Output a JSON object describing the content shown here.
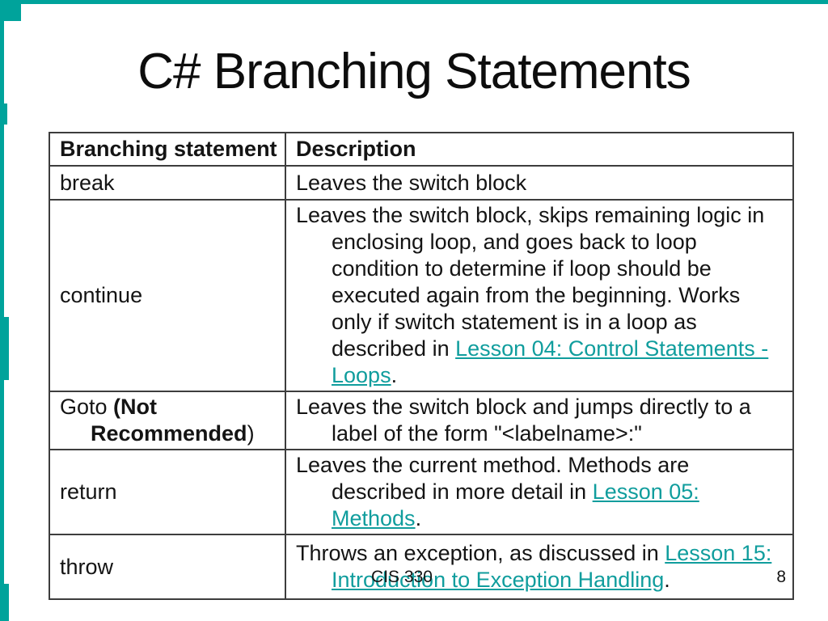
{
  "slide": {
    "title": "C# Branching Statements",
    "footer": "CIS 330",
    "page_number": "8"
  },
  "colors": {
    "accent_teal": "#00A39B",
    "link_teal": "#109D9D",
    "table_border": "#3d3d3d",
    "text": "#141414"
  },
  "table": {
    "headers": [
      "Branching statement",
      "Description"
    ],
    "rows": [
      {
        "id": "break",
        "statement": [
          {
            "t": "break"
          }
        ],
        "description": [
          {
            "t": "Leaves the switch block"
          }
        ]
      },
      {
        "id": "continue",
        "statement": [
          {
            "t": "continue"
          }
        ],
        "description": [
          {
            "t": "Leaves the switch block, skips remaining logic in enclosing loop, and goes back to loop condition to determine if loop should be executed again from the beginning. Works only if switch statement is in a loop as described in "
          },
          {
            "t": "Lesson 04: Control Statements - Loops",
            "link": true
          },
          {
            "t": "."
          }
        ]
      },
      {
        "id": "goto",
        "statement": [
          {
            "t": "Goto "
          },
          {
            "t": "(Not Recommended",
            "b": true
          },
          {
            "t": ")"
          }
        ],
        "description": [
          {
            "t": "Leaves the switch block and jumps directly to a label of the form \"<labelname>:\""
          }
        ]
      },
      {
        "id": "return",
        "statement": [
          {
            "t": "return"
          }
        ],
        "description": [
          {
            "t": "Leaves the current method. Methods are described in more detail in "
          },
          {
            "t": "Lesson 05: Methods",
            "link": true
          },
          {
            "t": "."
          }
        ]
      },
      {
        "id": "throw",
        "statement": [
          {
            "t": "throw"
          }
        ],
        "description": [
          {
            "t": "Throws an exception, as discussed in "
          },
          {
            "t": "Lesson 15: Introduction to Exception Handling",
            "link": true
          },
          {
            "t": "."
          }
        ]
      }
    ]
  }
}
